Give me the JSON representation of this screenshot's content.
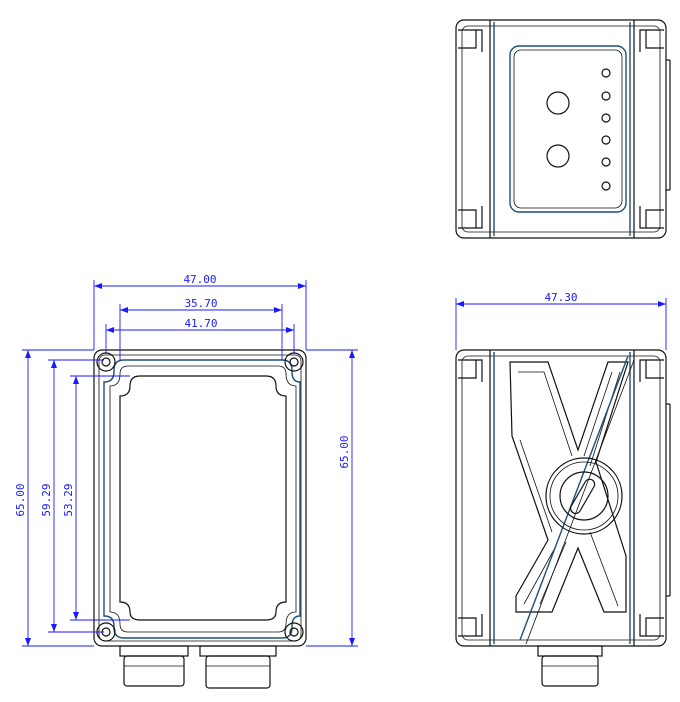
{
  "dimensions": {
    "top_width": "47.00",
    "inner_width_a": "35.70",
    "inner_width_b": "41.70",
    "left_height_outer": "65.00",
    "left_height_mid": "59.29",
    "left_height_inner": "53.29",
    "right_height": "65.00",
    "side_width": "47.30"
  },
  "colors": {
    "dimension": "#1a1aff",
    "outline": "#111111",
    "accent": "#1f4e79"
  }
}
